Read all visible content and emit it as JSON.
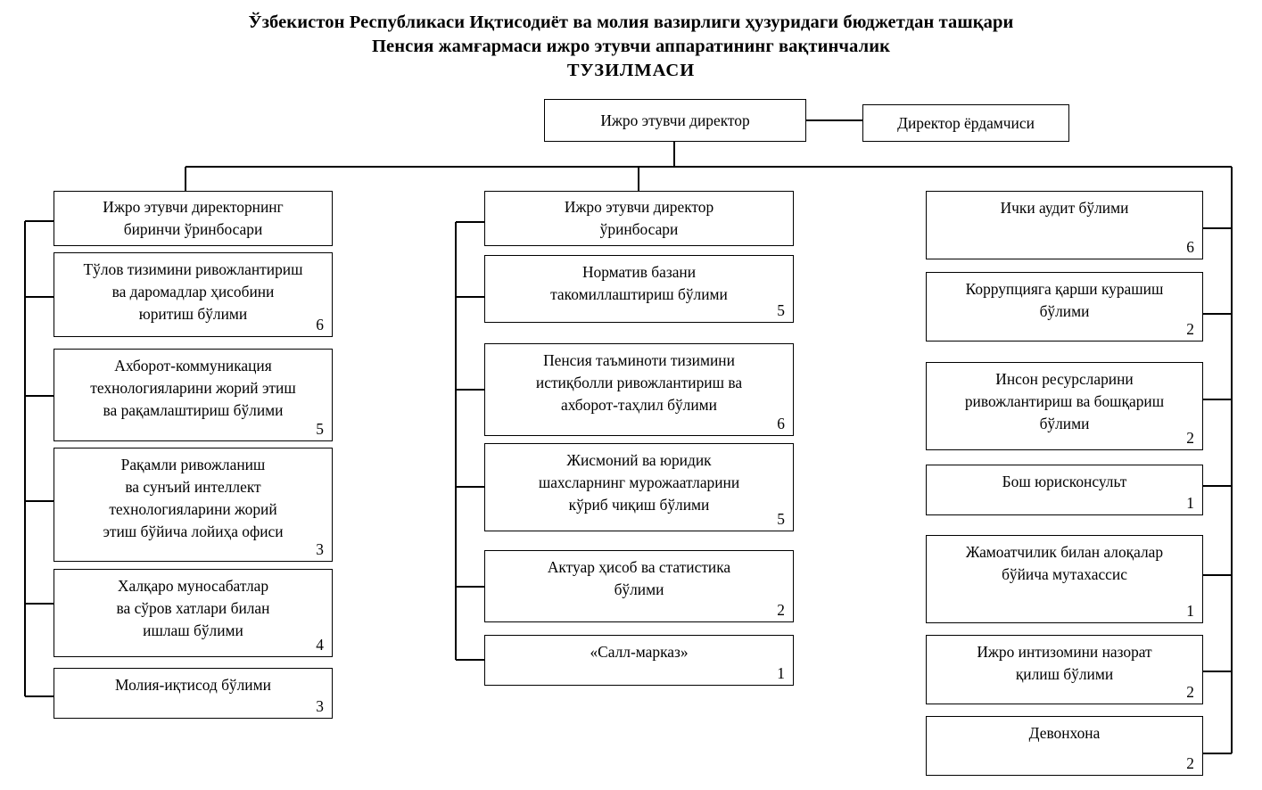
{
  "title": {
    "line1": "Ўзбекистон Республикаси Иқтисодиёт ва молия вазирлиги ҳузуридаги бюджетдан ташқари",
    "line2": "Пенсия жамғармаси ижро этувчи аппаратининг вақтинчалик",
    "line3": "ТУЗИЛМАСИ"
  },
  "top": {
    "director": "Ижро этувчи директор",
    "assistant": "Директор ёрдамчиси"
  },
  "columns": {
    "left": {
      "head": {
        "label": "Ижро этувчи директорнинг\nбиринчи ўринбосари",
        "count": ""
      },
      "items": [
        {
          "label": "Тўлов тизимини ривожлантириш\nва даромадлар ҳисобини\nюритиш бўлими",
          "count": "6"
        },
        {
          "label": "Ахборот-коммуникация\nтехнологияларини жорий этиш\nва рақамлаштириш бўлими",
          "count": "5"
        },
        {
          "label": "Рақамли ривожланиш\nва сунъий интеллект\nтехнологияларини жорий\nэтиш бўйича лойиҳа офиси",
          "count": "3"
        },
        {
          "label": "Халқаро муносабатлар\nва сўров хатлари билан\nишлаш бўлими",
          "count": "4"
        },
        {
          "label": "Молия-иқтисод бўлими",
          "count": "3"
        }
      ]
    },
    "middle": {
      "head": {
        "label": "Ижро этувчи директор\nўринбосари",
        "count": ""
      },
      "items": [
        {
          "label": "Норматив базани\nтакомиллаштириш бўлими",
          "count": "5"
        },
        {
          "label": "Пенсия таъминоти тизимини\nистиқболли ривожлантириш ва\nахборот-таҳлил бўлими",
          "count": "6"
        },
        {
          "label": "Жисмоний ва юридик\nшахсларнинг мурожаатларини\nкўриб чиқиш бўлими",
          "count": "5"
        },
        {
          "label": "Актуар ҳисоб ва статистика\nбўлими",
          "count": "2"
        },
        {
          "label": "«Салл-марказ»",
          "count": "1"
        }
      ]
    },
    "right": {
      "items": [
        {
          "label": "Ички аудит бўлими",
          "count": "6"
        },
        {
          "label": "Коррупцияга қарши курашиш\nбўлими",
          "count": "2"
        },
        {
          "label": "Инсон ресурсларини\nривожлантириш ва бошқариш\nбўлими",
          "count": "2"
        },
        {
          "label": "Бош юрисконсульт",
          "count": "1"
        },
        {
          "label": "Жамоатчилик билан алоқалар\nбўйича мутахассис",
          "count": "1"
        },
        {
          "label": "Ижро интизомини назорат\nқилиш бўлими",
          "count": "2"
        },
        {
          "label": "Девонхона",
          "count": "2"
        }
      ]
    }
  },
  "colors": {
    "line": "#000000",
    "background": "#ffffff",
    "text": "#000000"
  }
}
